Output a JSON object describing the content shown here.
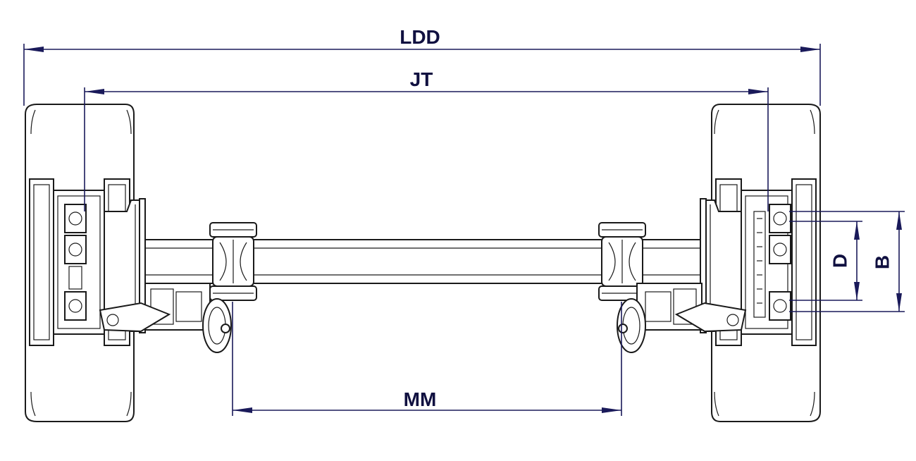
{
  "dimensions": {
    "ldd": "LDD",
    "jt": "JT",
    "mm": "MM",
    "d": "D",
    "b": "B"
  },
  "colors": {
    "dimension": "#1a1a5a",
    "outline": "#1a1a1a",
    "background": "#ffffff"
  }
}
